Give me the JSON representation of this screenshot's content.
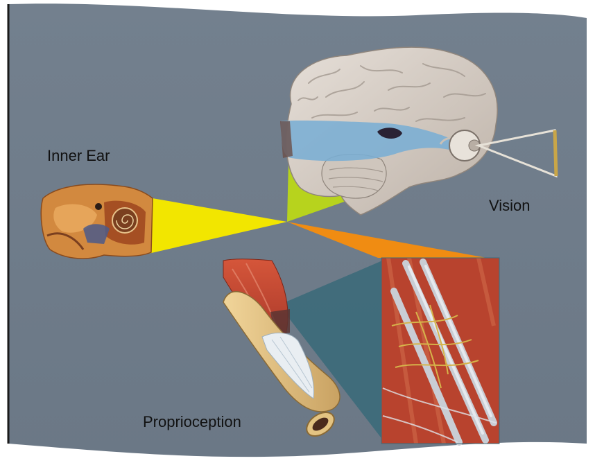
{
  "labels": {
    "inner_ear": "Inner Ear",
    "vision": "Vision",
    "proprioception": "Proprioception"
  },
  "colors": {
    "panel": "#6f7c8a",
    "left_border": "#1b1b1b",
    "ear_beam": "#f2e600",
    "brain_beam": "#b7d31d",
    "muscle_beam": "#f08c12",
    "zoom_beam": "#3e6b7a",
    "brain": "#d7cfc7",
    "brain_highlight": "#7aaed4",
    "muscle": "#c64a31",
    "bone": "#e9c77f",
    "tendon": "#e9eef2"
  },
  "icons": [
    "brain-illustration",
    "eye-illustration",
    "inner-ear-illustration",
    "muscle-tendon-bone-illustration",
    "muscle-spindle-closeup"
  ]
}
